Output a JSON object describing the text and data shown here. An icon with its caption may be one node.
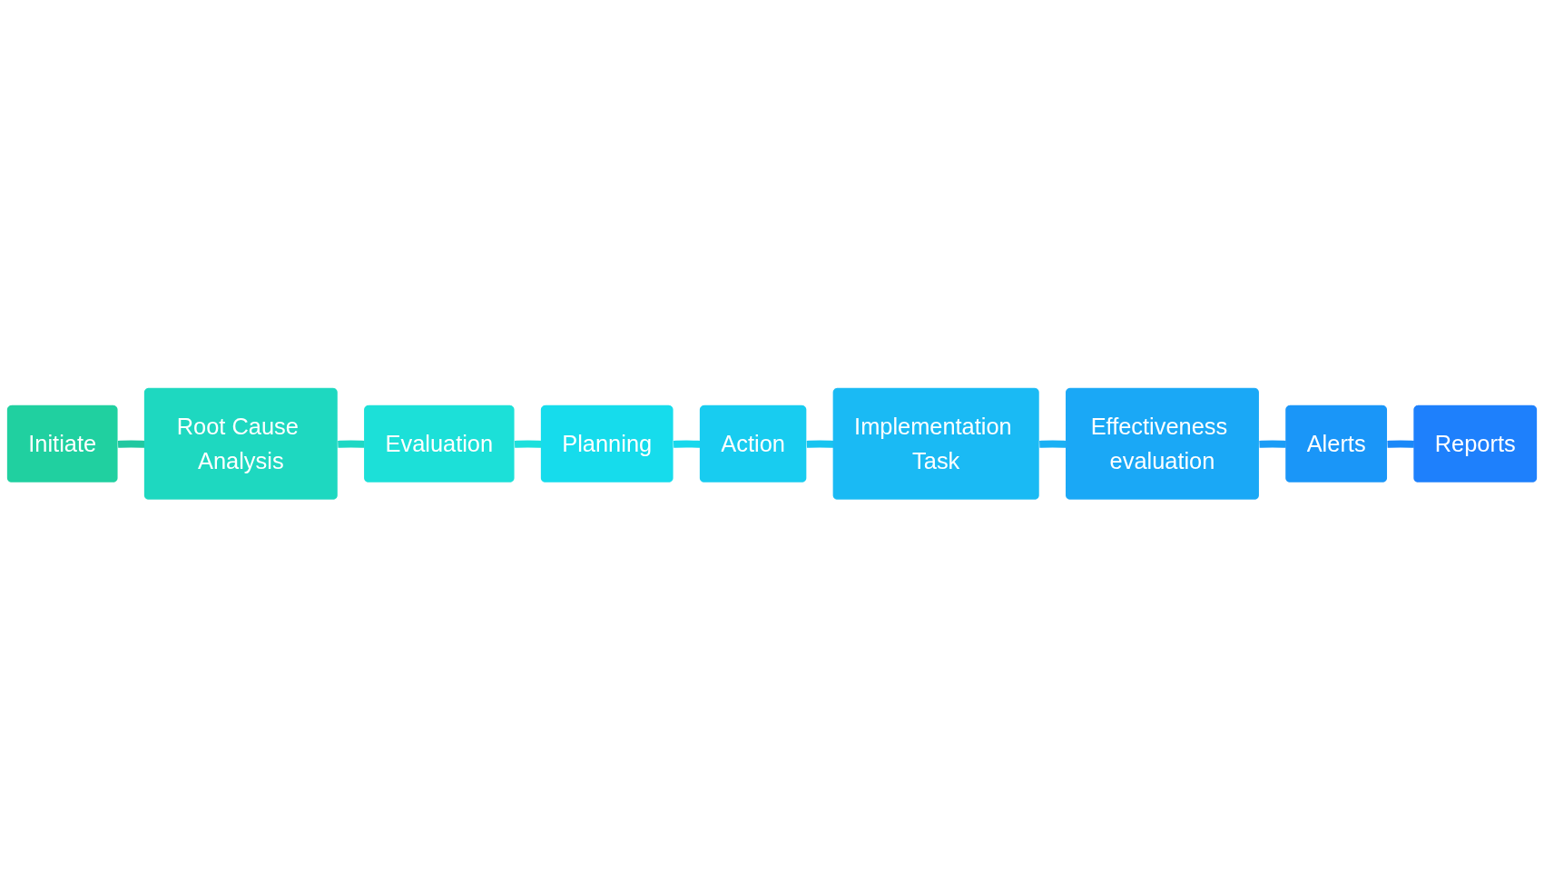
{
  "diagram": {
    "nodes": [
      {
        "text": [
          "Initiate"
        ]
      },
      {
        "text": [
          "Root Cause Analysis"
        ]
      },
      {
        "text": [
          "Evaluation"
        ]
      },
      {
        "text": [
          "Planning"
        ]
      },
      {
        "text": [
          "Action"
        ]
      },
      {
        "text": [
          "Implementation Task"
        ]
      },
      {
        "text": [
          "Effectiveness evaluation"
        ]
      },
      {
        "text": [
          "Alerts"
        ]
      },
      {
        "text": [
          "Reports"
        ]
      }
    ],
    "edges": [
      {
        "from": 0,
        "to": 1,
        "arrow": "none",
        "color": "#20c8a0"
      },
      {
        "from": 1,
        "to": 2,
        "arrow": "none",
        "color": "#1ed8c4"
      },
      {
        "from": 2,
        "to": 3,
        "arrow": "none",
        "color": "#1ce0dc"
      },
      {
        "from": 3,
        "to": 4,
        "arrow": "none",
        "color": "#16d8ec"
      },
      {
        "from": 4,
        "to": 5,
        "arrow": "none",
        "color": "#18c4f0"
      },
      {
        "from": 5,
        "to": 6,
        "arrow": "none",
        "color": "#1ab0f4"
      },
      {
        "from": 6,
        "to": 7,
        "arrow": "none",
        "color": "#1a9cf6"
      },
      {
        "from": 7,
        "to": 8,
        "arrow": "none",
        "color": "#1a88f8"
      }
    ]
  }
}
